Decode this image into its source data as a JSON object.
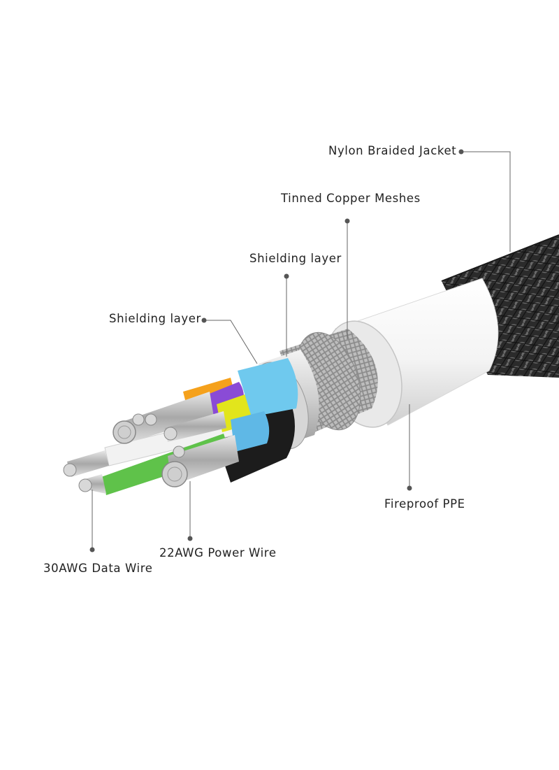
{
  "labels": {
    "nylon_jacket": "Nylon Braided Jacket",
    "tinned_copper": "Tinned Copper Meshes",
    "shielding_outer": "Shielding layer",
    "shielding_inner": "Shielding layer",
    "fireproof_ppe": "Fireproof PPE",
    "power_wire": "22AWG Power Wire",
    "data_wire": "30AWG Data Wire"
  },
  "colors": {
    "jacket": "#2e2e2e",
    "ppe": "#f2f2f2",
    "copper_mesh": "#c8c8c8",
    "foil": "#d9d9d9",
    "core_black": "#1a1a1a",
    "wire_white": "#f0f0f0",
    "wire_green": "#5fc24a",
    "wire_yellow": "#e2e51c",
    "wire_purple": "#8a4bd6",
    "wire_orange": "#f5a11c",
    "wire_blue": "#6fc9ee",
    "strand_silver": "#bfbfbf",
    "leader_line": "#666666"
  }
}
